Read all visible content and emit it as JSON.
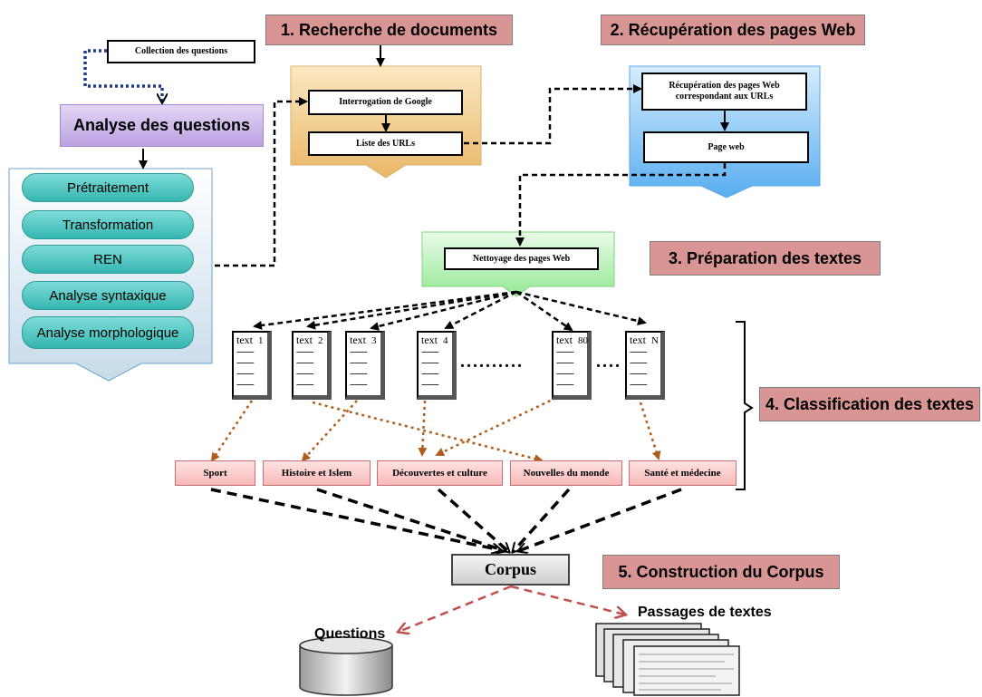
{
  "stages": {
    "s1": "1. Recherche de documents",
    "s2": "2. Récupération des pages Web",
    "s3": "3. Préparation des textes",
    "s4": "4. Classification des textes",
    "s5": "5. Construction du Corpus"
  },
  "question_collection": "Collection des questions",
  "analysis": {
    "title": "Analyse des questions",
    "steps": [
      "Prétraitement",
      "Transformation",
      "REN",
      "Analyse syntaxique",
      "Analyse morphologique"
    ]
  },
  "search": {
    "google": "Interrogation de Google",
    "urls": "Liste des URLs"
  },
  "retrieval": {
    "fetch": "Récupération des pages Web correspondant aux URLs",
    "page": "Page web"
  },
  "cleaning": "Nettoyage des pages Web",
  "texts": [
    {
      "word": "text",
      "index": "1"
    },
    {
      "word": "text",
      "index": "2"
    },
    {
      "word": "text",
      "index": "3"
    },
    {
      "word": "text",
      "index": "4"
    },
    {
      "word": "text",
      "index": "80"
    },
    {
      "word": "text",
      "index": "N"
    }
  ],
  "doc_dashes": "-------",
  "ellipsis_long": "..........",
  "ellipsis_short": "....",
  "categories": [
    "Sport",
    "Histoire et Islem",
    "Découvertes et culture",
    "Nouvelles du monde",
    "Santé et médecine"
  ],
  "corpus": "Corpus",
  "outputs": {
    "questions": "Questions",
    "passages": "Passages de textes"
  },
  "colors": {
    "stage": "#d99594",
    "analysis_header": "#c9b3e6",
    "pill": "#4cc9c3",
    "search_panel": "#f2cf8c",
    "retrieval_panel": "#7fc3f5",
    "cleaning_panel": "#b6f0b6",
    "category": "#f7c1c1",
    "arrow_brown": "#b05e1e",
    "arrow_red": "#c0504d"
  }
}
